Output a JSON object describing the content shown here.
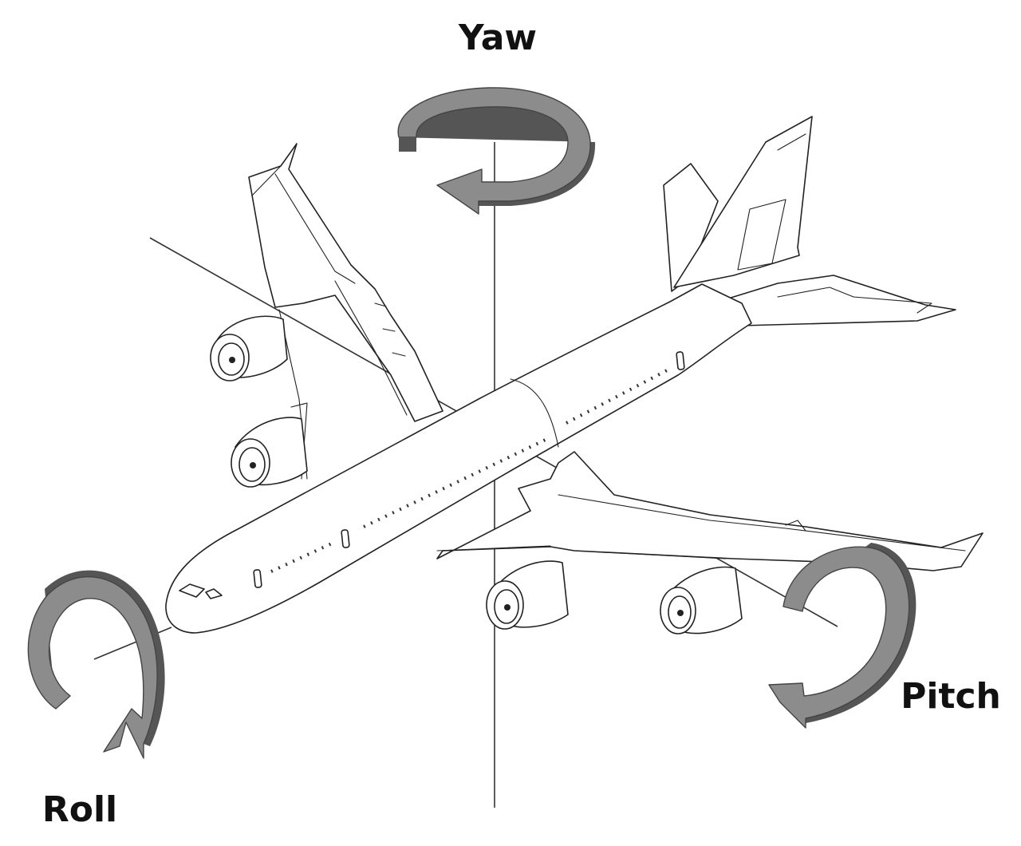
{
  "labels": {
    "yaw": "Yaw",
    "pitch": "Pitch",
    "roll": "Roll"
  },
  "colors": {
    "arrow_face": "#8c8c8c",
    "arrow_side": "#555555",
    "line": "#222222",
    "background": "#ffffff"
  }
}
